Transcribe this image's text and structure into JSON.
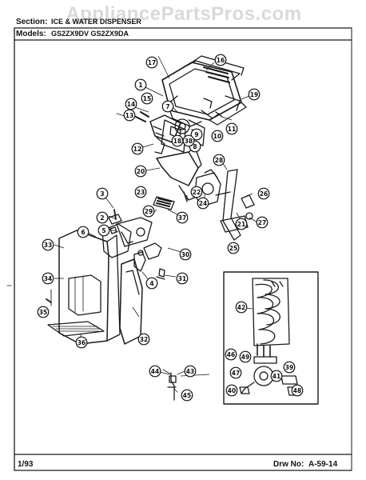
{
  "header": {
    "section_label": "Section:",
    "section_value": "ICE & WATER DISPENSER",
    "models_label": "Models:",
    "models_value": "GS2ZX9DV   GS2ZX9DA"
  },
  "watermark": "AppliancePartsPros.com",
  "footer": {
    "date": "1/93",
    "drawing_label": "Drw No:",
    "drawing_number": "A-59-14"
  },
  "callouts": [
    "1",
    "2",
    "3",
    "4",
    "5",
    "6",
    "7",
    "8",
    "9",
    "10",
    "11",
    "12",
    "13",
    "14",
    "15",
    "16",
    "17",
    "18",
    "19",
    "20",
    "21",
    "22",
    "23",
    "24",
    "25",
    "26",
    "27",
    "28",
    "29",
    "30",
    "31",
    "32",
    "33",
    "34",
    "35",
    "36",
    "37",
    "38",
    "39",
    "40",
    "41",
    "42",
    "43",
    "44",
    "45",
    "46",
    "47",
    "48",
    "49"
  ]
}
